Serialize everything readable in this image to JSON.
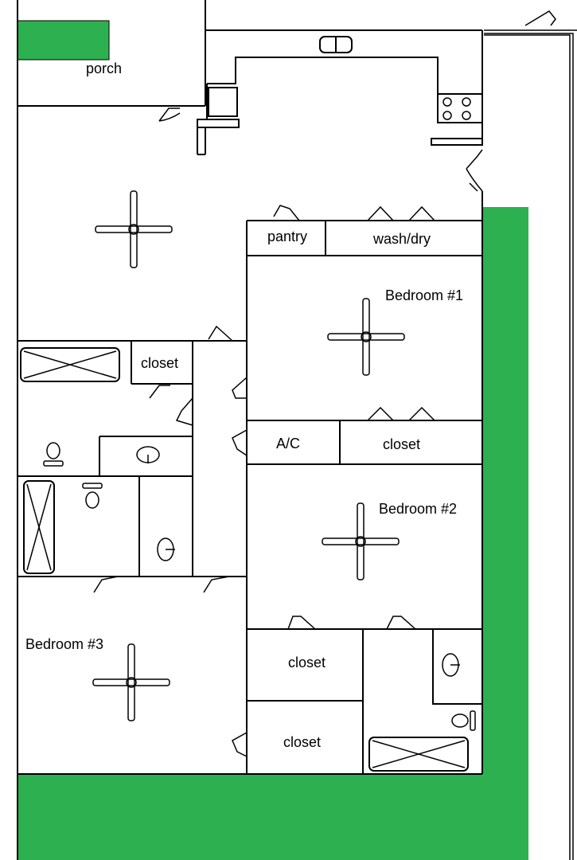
{
  "colors": {
    "lawn": "#2db04f",
    "wall": "#000000",
    "background": "#ffffff"
  },
  "labels": {
    "porch": "porch",
    "pantry": "pantry",
    "wash_dry": "wash/dry",
    "bedroom1": "Bedroom #1",
    "closet_hall": "closet",
    "ac": "A/C",
    "closet_b1": "closet",
    "bedroom2": "Bedroom #2",
    "bedroom3": "Bedroom #3",
    "closet_b2_upper": "closet",
    "closet_b2_lower": "closet"
  },
  "icons": [
    "ceiling-fan-icon",
    "bathtub-icon",
    "toilet-icon",
    "sink-icon",
    "stove-icon",
    "door-swing-icon"
  ]
}
